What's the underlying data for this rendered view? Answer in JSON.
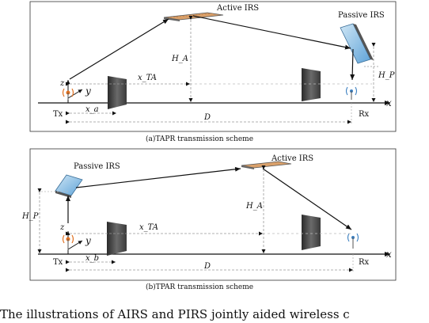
{
  "panel_a": {
    "active_irs": "Active IRS",
    "passive_irs": "Passive IRS",
    "h_a": "H_A",
    "h_p": "H_P",
    "x_ta": "x_TA",
    "x_a": "x_a",
    "d": "D",
    "tx": "Tx",
    "rx": "Rx",
    "axis_x": "x",
    "axis_y": "y",
    "axis_z": "z",
    "caption": "(a)TAPR transmission scheme"
  },
  "panel_b": {
    "active_irs": "Active IRS",
    "passive_irs": "Passive IRS",
    "h_a": "H_A",
    "h_p": "H_P",
    "x_ta": "x_TA",
    "x_b": "x_b",
    "d": "D",
    "tx": "Tx",
    "rx": "Rx",
    "axis_x": "x",
    "axis_y": "y",
    "axis_z": "z",
    "caption": "(b)TPAR transmission scheme"
  },
  "figure_caption": "The illustrations of AIRS and PIRS jointly aided wireless c"
}
